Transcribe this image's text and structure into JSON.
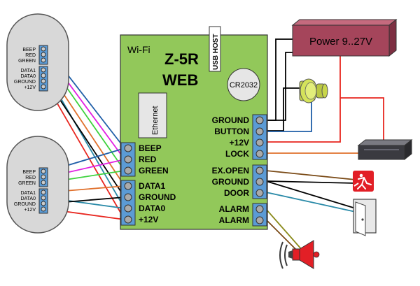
{
  "board": {
    "wifi_label": "Wi-Fi",
    "model_line1": "Z-5R",
    "model_line2": "WEB",
    "usb_label": "USB HOST",
    "battery_label": "CR2032",
    "ethernet_label": "Ethernet",
    "left_terminals": [
      "BEEP",
      "RED",
      "GREEN",
      "DATA1",
      "GROUND",
      "DATA0",
      "+12V"
    ],
    "right_terminals": [
      "GROUND",
      "BUTTON",
      "+12V",
      "LOCK",
      "EX.OPEN",
      "GROUND",
      "DOOR",
      "ALARM",
      "ALARM"
    ]
  },
  "power": {
    "label": "Power 9..27V"
  },
  "readers": [
    {
      "pins": [
        "BEEP",
        "RED",
        "GREEN",
        "DATA1",
        "DATA0",
        "GROUND",
        "+12V"
      ]
    },
    {
      "pins": [
        "BEEP",
        "RED",
        "GREEN",
        "DATA1",
        "DATA0",
        "GROUND",
        "+12V"
      ]
    }
  ],
  "colors": {
    "board_fill": "#92c85a",
    "terminal_blue": "#5b9bd5",
    "power_fill": "#a5455b",
    "wire_red": "#e8261f",
    "wire_black": "#000000",
    "wire_blue": "#1f5ea8",
    "wire_magenta": "#e21fe2",
    "wire_green": "#3fd23f",
    "wire_orange": "#e0702c",
    "wire_brown": "#7a4a16",
    "wire_teal": "#2a8aa8",
    "wire_olive": "#8a8a1a"
  }
}
